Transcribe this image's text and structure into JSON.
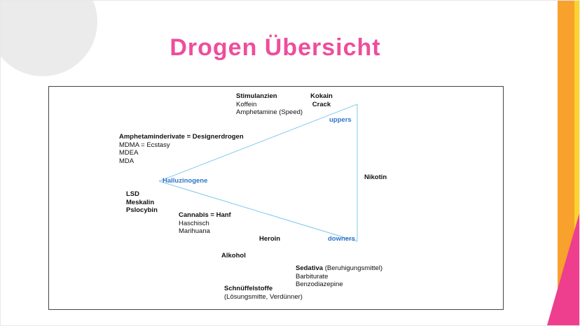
{
  "colors": {
    "title_pink": "#ee4d9c",
    "zone_blue": "#2e74c9",
    "triangle_blue": "#7ec8ea",
    "bar_orange": "#f8a12d",
    "bar_yellow": "#fdd32b",
    "corner_pink": "#ee3f8e",
    "circle_gray": "#ebebeb"
  },
  "slide": {
    "title": "Drogen Übersicht"
  },
  "diagram": {
    "stimulanzien": {
      "title": "Stimulanzien",
      "line1": "Koffein",
      "line2": "Amphetamine (Speed)"
    },
    "kokain": {
      "line1": "Kokain",
      "line2": "Crack"
    },
    "uppers": "uppers",
    "amphetaminderivate": {
      "title": "Amphetaminderivate = Designerdrogen",
      "line1": "MDMA = Ecstasy",
      "line2": "MDEA",
      "line3": "MDA"
    },
    "halluzinogene": "Halluzinogene",
    "nikotin": "Nikotin",
    "psychedelika": {
      "line1": "LSD",
      "line2": "Meskalin",
      "line3": "Pslocybin"
    },
    "cannabis": {
      "title": "Cannabis = Hanf",
      "line1": "Haschisch",
      "line2": "Marihuana"
    },
    "heroin": "Heroin",
    "downers": "downers",
    "alkohol": "Alkohol",
    "sedativa": {
      "title_bold": "Sedativa",
      "title_rest": " (Beruhigungsmittel)",
      "line1": "Barbiturate",
      "line2": "Benzodiazepine"
    },
    "schnueffelstoffe": {
      "title": "Schnüffelstoffe",
      "line1": "(Lösungsmitte, Verdünner)"
    }
  }
}
